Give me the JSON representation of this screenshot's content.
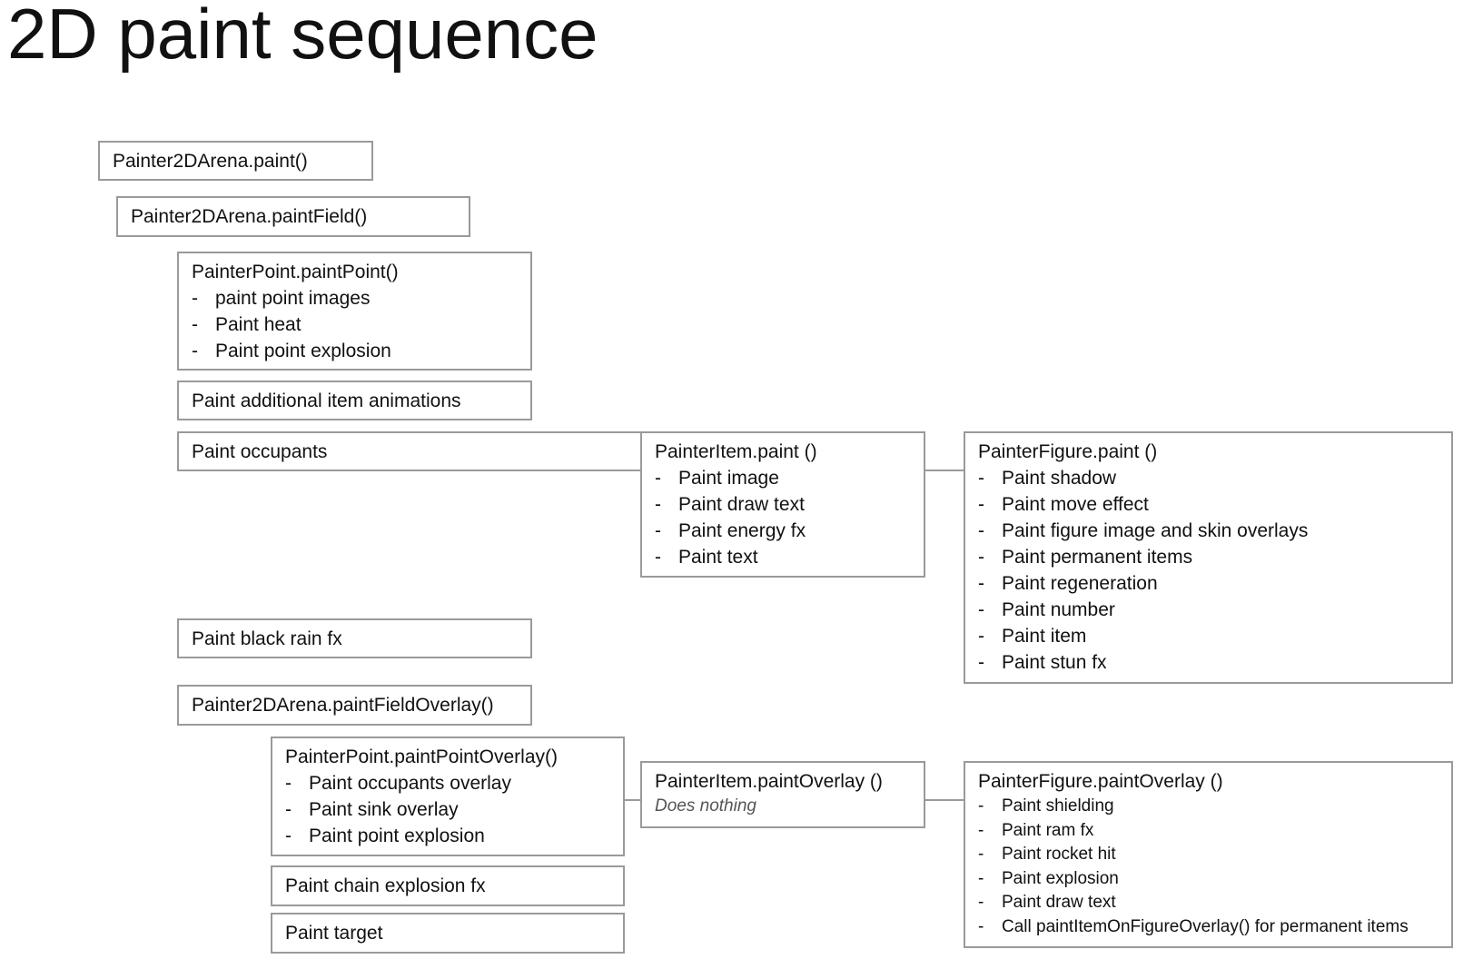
{
  "title": "2D paint sequence",
  "nodes": {
    "arena_paint": {
      "label": "Painter2DArena.paint()"
    },
    "arena_paint_field": {
      "label": "Painter2DArena.paintField()"
    },
    "point_paint_point": {
      "label": "PainterPoint.paintPoint()",
      "items": [
        "paint point images",
        "Paint heat",
        "Paint point explosion"
      ]
    },
    "paint_additional_item_animations": {
      "label": "Paint additional item animations"
    },
    "paint_occupants": {
      "label": "Paint occupants"
    },
    "item_paint": {
      "label": "PainterItem.paint ()",
      "items": [
        "Paint image",
        "Paint draw text",
        "Paint energy fx",
        "Paint text"
      ]
    },
    "figure_paint": {
      "label": "PainterFigure.paint ()",
      "items": [
        "Paint shadow",
        "Paint move effect",
        "Paint figure image and skin overlays",
        "Paint permanent items",
        "Paint regeneration",
        "Paint number",
        "Paint item",
        "Paint stun fx"
      ]
    },
    "paint_black_rain_fx": {
      "label": "Paint black rain fx"
    },
    "arena_paint_field_overlay": {
      "label": "Painter2DArena.paintFieldOverlay()"
    },
    "point_paint_point_overlay": {
      "label": "PainterPoint.paintPointOverlay()",
      "items": [
        "Paint occupants overlay",
        "Paint sink overlay",
        "Paint point explosion"
      ]
    },
    "item_paint_overlay": {
      "label": "PainterItem.paintOverlay ()",
      "note": "Does nothing"
    },
    "figure_paint_overlay": {
      "label": "PainterFigure.paintOverlay ()",
      "items": [
        "Paint shielding",
        "Paint ram fx",
        "Paint rocket hit",
        "Paint explosion",
        "Paint draw text",
        "Call paintItemOnFigureOverlay() for permanent items"
      ]
    },
    "paint_chain_explosion_fx": {
      "label": "Paint chain explosion fx"
    },
    "paint_target": {
      "label": "Paint target"
    }
  }
}
